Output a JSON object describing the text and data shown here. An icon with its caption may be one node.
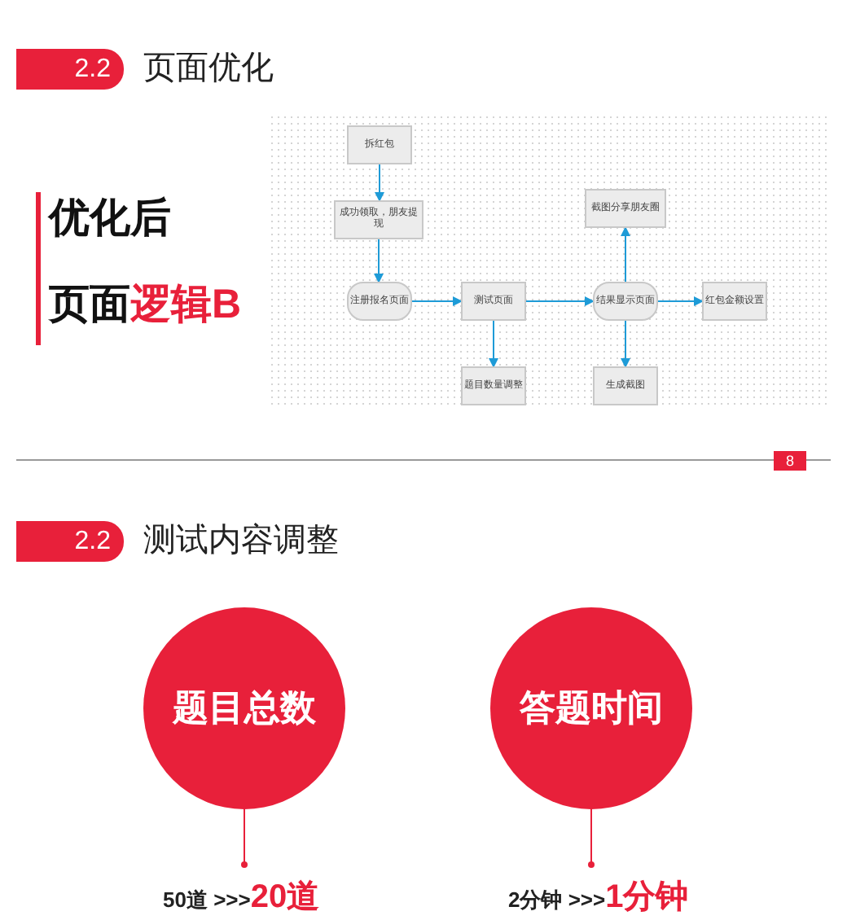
{
  "diagram": {
    "nodes": [
      {
        "text": [
          "拆红包"
        ]
      },
      {
        "text": [
          "成功领取，朋友提现"
        ]
      },
      {
        "text": [
          "截图分享朋友圈"
        ]
      },
      {
        "text": [
          "注册报名页面"
        ]
      },
      {
        "text": [
          "测试页面"
        ]
      },
      {
        "text": [
          "结果显示页面"
        ]
      },
      {
        "text": [
          "红包金额设置"
        ]
      },
      {
        "text": [
          "题目数量调整"
        ]
      },
      {
        "text": [
          "生成截图"
        ]
      },
      {
        "text": [
          "题目总数"
        ]
      },
      {
        "text": [
          "答题时间"
        ]
      },
      {
        "text": [
          "50道 >>>**20道**"
        ]
      },
      {
        "text": [
          "2分钟 >>>**1分钟**"
        ]
      }
    ],
    "edges": [
      {
        "from": 0,
        "to": 1,
        "arrow": "to"
      },
      {
        "from": 1,
        "to": 3,
        "arrow": "to"
      },
      {
        "from": 3,
        "to": 4,
        "arrow": "to"
      },
      {
        "from": 4,
        "to": 5,
        "arrow": "to"
      },
      {
        "from": 5,
        "to": 2,
        "arrow": "to"
      },
      {
        "from": 5,
        "to": 6,
        "arrow": "to"
      },
      {
        "from": 4,
        "to": 7,
        "arrow": "to"
      },
      {
        "from": 5,
        "to": 8,
        "arrow": "to"
      },
      {
        "from": 9,
        "to": 11,
        "arrow": "other",
        "color": "#e8203a"
      },
      {
        "from": 10,
        "to": 12,
        "arrow": "other",
        "color": "#e8203a"
      }
    ],
    "labels": [
      "2.2",
      "页面优化",
      "优化后",
      "页面**逻辑B**",
      "8",
      "2.2",
      "测试内容调整"
    ]
  }
}
